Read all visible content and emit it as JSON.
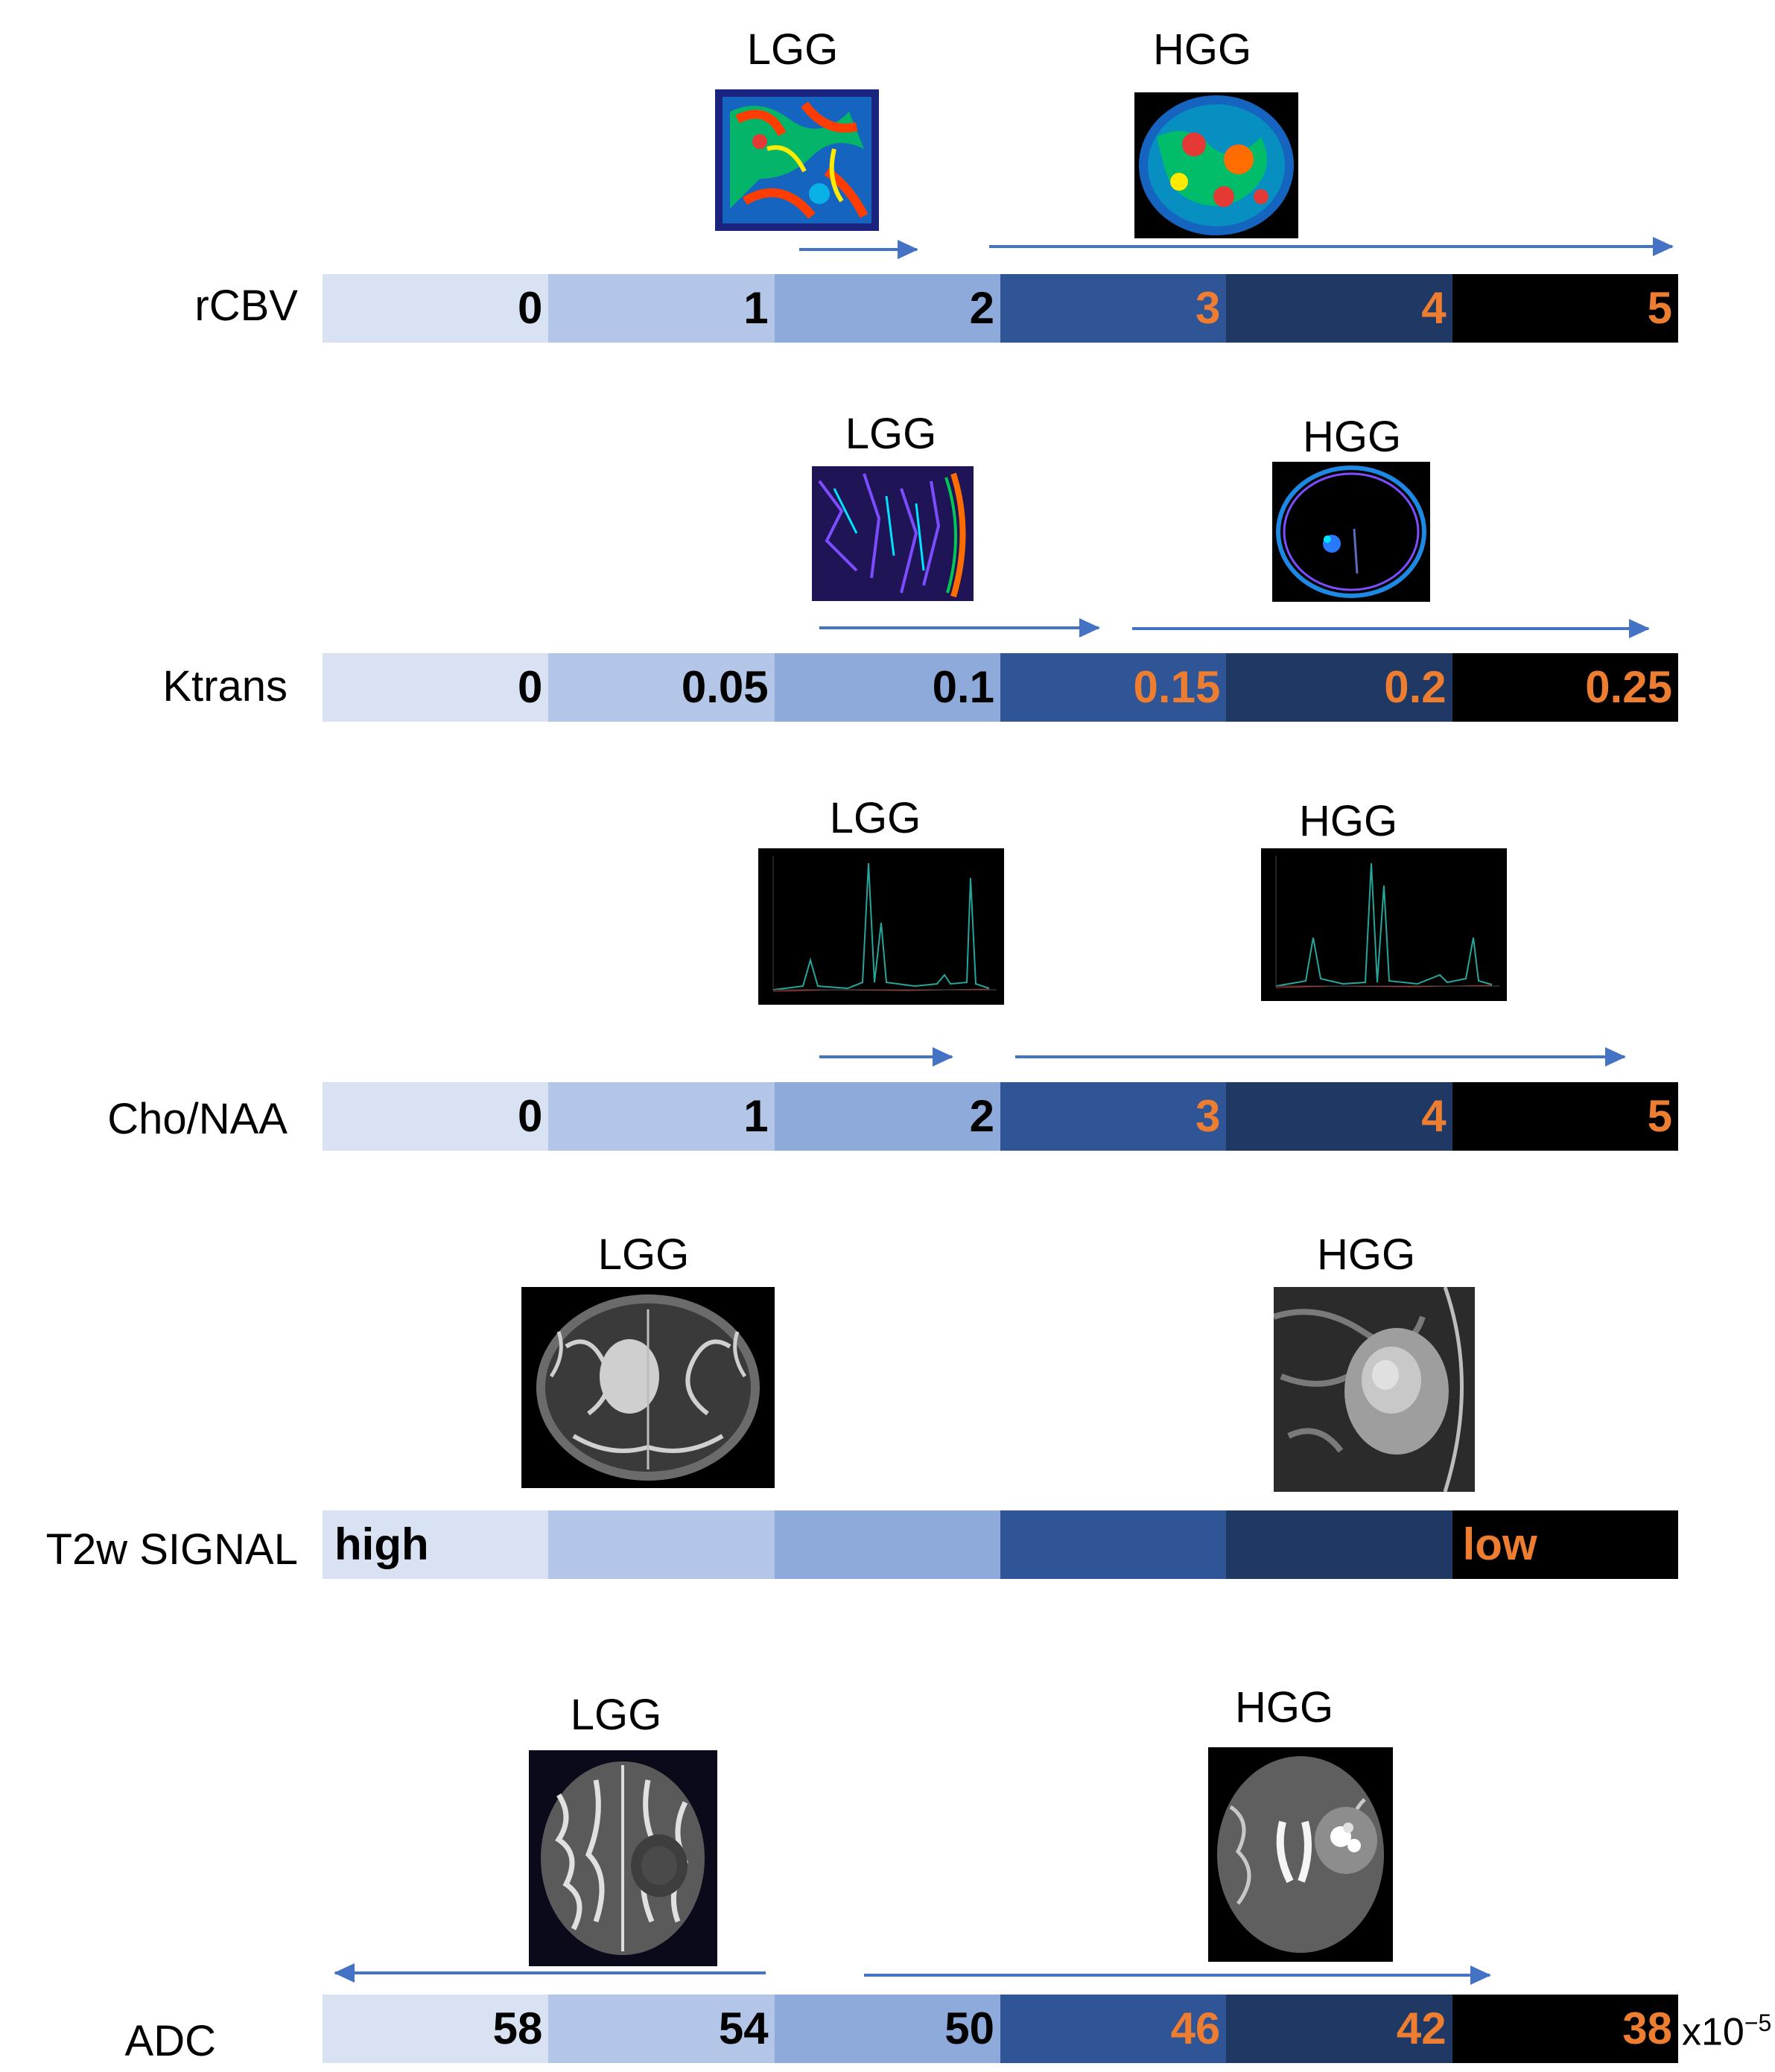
{
  "rows": [
    {
      "label": "rCBV",
      "values": [
        "0",
        "1",
        "2",
        "3",
        "4",
        "5"
      ],
      "lgg_caption": "LGG",
      "hgg_caption": "HGG"
    },
    {
      "label": "Ktrans",
      "values": [
        "0",
        "0.05",
        "0.1",
        "0.15",
        "0.2",
        "0.25"
      ],
      "lgg_caption": "LGG",
      "hgg_caption": "HGG"
    },
    {
      "label": "Cho/NAA",
      "values": [
        "0",
        "1",
        "2",
        "3",
        "4",
        "5"
      ],
      "lgg_caption": "LGG",
      "hgg_caption": "HGG"
    },
    {
      "label": "T2w SIGNAL",
      "start_word": "high",
      "end_word": "low",
      "lgg_caption": "LGG",
      "hgg_caption": "HGG"
    },
    {
      "label": "ADC",
      "values": [
        "58",
        "54",
        "50",
        "46",
        "42",
        "38"
      ],
      "unit_prefix": "x10",
      "unit_exponent": "−5",
      "lgg_caption": "LGG",
      "hgg_caption": "HGG"
    }
  ],
  "colors": {
    "scale": [
      "#d9e2f2",
      "#b4c6e7",
      "#8eaadb",
      "#2f5597",
      "#1f3864",
      "#000000"
    ],
    "low_value_text": "#000000",
    "high_value_text": "#ed7d31",
    "arrow": "#4472c4"
  }
}
